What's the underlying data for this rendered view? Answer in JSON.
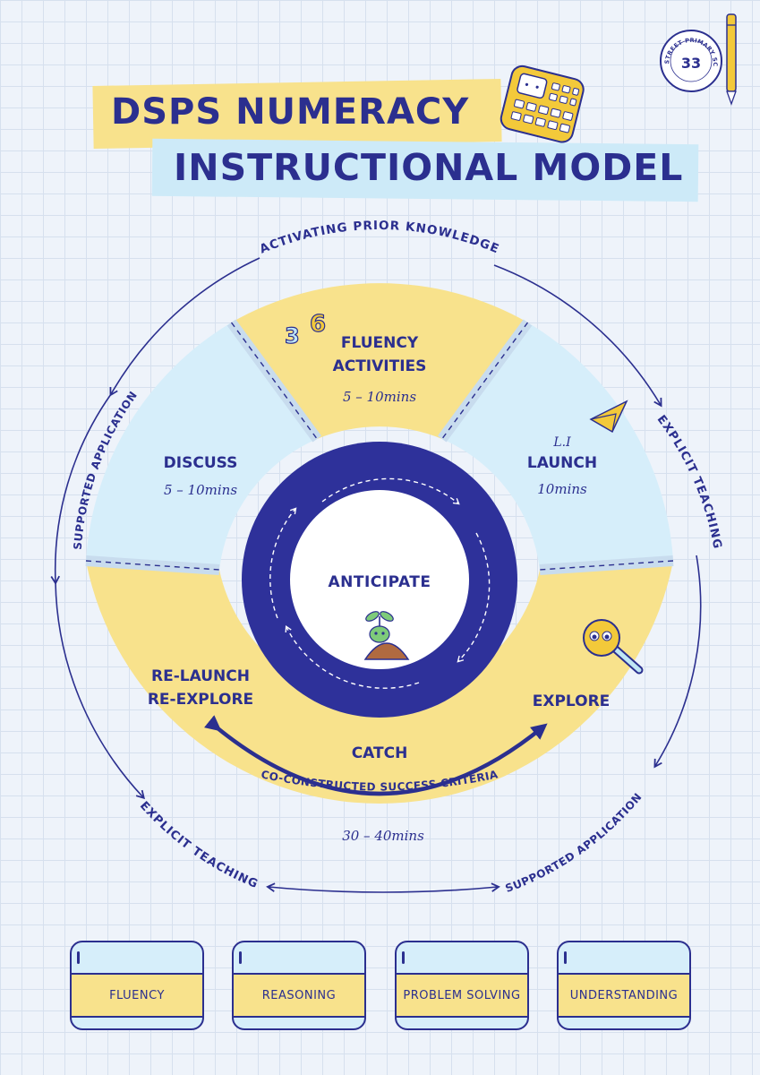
{
  "title": {
    "line1": "DSPS NUMERACY",
    "line2": "INSTRUCTIONAL MODEL"
  },
  "badge": {
    "text": "DANA STREET PRIMARY SCHOOL",
    "number": "33"
  },
  "outer_labels": {
    "top": "ACTIVATING PRIOR KNOWLEDGE",
    "right": "EXPLICIT TEACHING",
    "left": "SUPPORTED APPLICATION",
    "bottom_left": "EXPLICIT TEACHING",
    "bottom_right": "SUPPORTED APPLICATION"
  },
  "segments": {
    "fluency": {
      "line1": "FLUENCY",
      "line2": "ACTIVITIES",
      "time": "5 – 10mins"
    },
    "discuss": {
      "title": "DISCUSS",
      "time": "5 – 10mins"
    },
    "launch": {
      "pre": "L.I",
      "title": "LAUNCH",
      "time": "10mins"
    },
    "explore": {
      "relaunch1": "RE-LAUNCH",
      "relaunch2": "RE-EXPLORE",
      "explore": "EXPLORE",
      "catch": "CATCH",
      "criteria": "CO-CONSTRUCTED SUCCESS CRITERIA",
      "time": "30 – 40mins"
    }
  },
  "center": "ANTICIPATE",
  "jars": [
    "FLUENCY",
    "REASONING",
    "PROBLEM SOLVING",
    "UNDERSTANDING"
  ],
  "colors": {
    "navy": "#2b2f8f",
    "yellow": "#f8e28c",
    "lightblue": "#d6eefa",
    "divider": "#c8dcee"
  }
}
